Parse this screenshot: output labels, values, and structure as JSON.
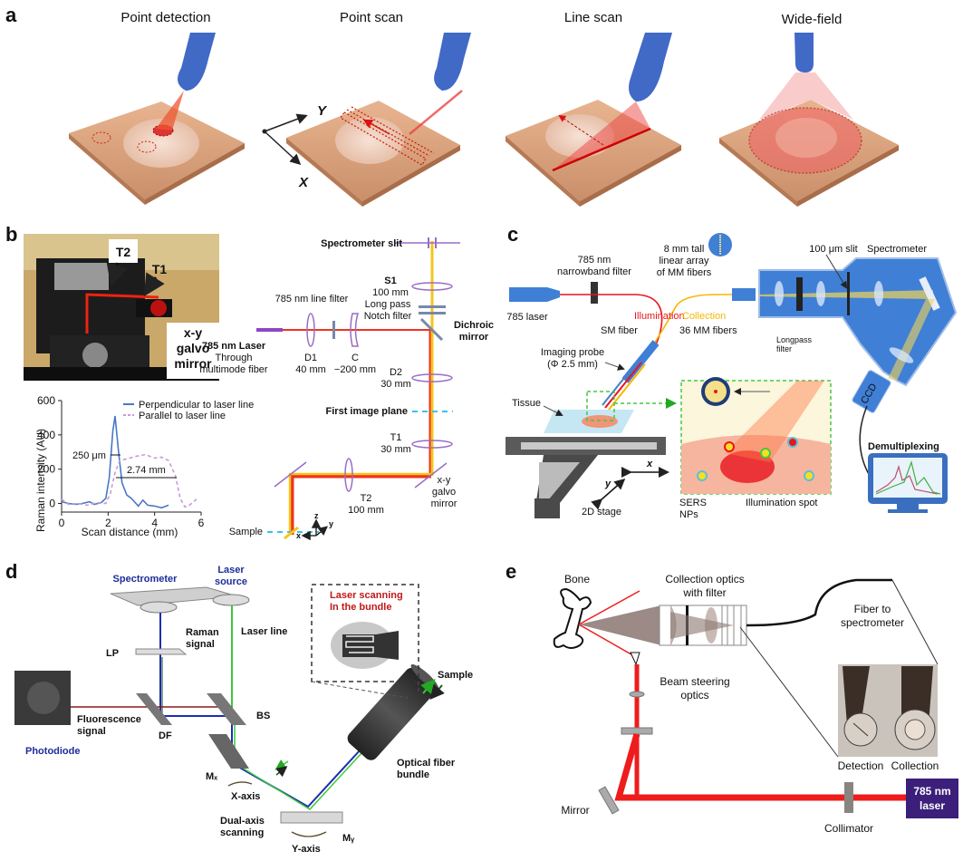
{
  "panels": {
    "a": {
      "letter": "a",
      "titles": [
        "Point detection",
        "Point scan",
        "Line scan",
        "Wide-field"
      ],
      "axis_x": "X",
      "axis_y": "Y"
    },
    "b": {
      "letter": "b",
      "photo_labels": {
        "t2": "T2",
        "t1": "T1",
        "galvo_1": "x-y",
        "galvo_2": "galvo",
        "galvo_3": "mirror"
      },
      "optics": {
        "spectrometer_slit": "Spectrometer slit",
        "s1": "S1",
        "s1_f": "100 mm",
        "longpass": "Long pass",
        "notch": "Notch filter",
        "line_filter": "785 nm line filter",
        "dichroic_1": "Dichroic",
        "dichroic_2": "mirror",
        "laser_1": "785 nm Laser",
        "laser_2": "Through",
        "laser_3": "multimode fiber",
        "d1": "D1",
        "d1_f": "40 mm",
        "c": "C",
        "c_f": "−200 mm",
        "d2": "D2",
        "d2_f": "30 mm",
        "first_image_plane": "First image plane",
        "t1": "T1",
        "t1_f": "30 mm",
        "t2": "T2",
        "t2_f": "100 mm",
        "galvo_1": "x-y",
        "galvo_2": "galvo",
        "galvo_3": "mirror",
        "sample": "Sample",
        "ax_z": "z",
        "ax_y": "y",
        "ax_x": "x"
      }
    },
    "c": {
      "letter": "c",
      "labels": {
        "filter_1": "785 nm",
        "filter_2": "narrowband filter",
        "array_1": "8 mm tall",
        "array_2": "linear array",
        "array_3": "of MM fibers",
        "slit": "100 μm slit",
        "spectrometer": "Spectrometer",
        "laser": "785 laser",
        "illumination": "Illumination",
        "collection": "Collection",
        "sm_fiber": "SM fiber",
        "mm_fibers": "36 MM fibers",
        "longpass_1": "Longpass",
        "longpass_2": "filter",
        "probe_1": "Imaging probe",
        "probe_2": "(Φ 2.5 mm)",
        "tissue": "Tissue",
        "ccd": "CCD",
        "demux": "Demultiplexing",
        "x": "x",
        "y": "y",
        "stage": "2D stage",
        "sers_1": "SERS",
        "sers_2": "NPs",
        "spot": "Illumination spot"
      },
      "colors": {
        "illumination": "#e8141e",
        "collection": "#f5b800",
        "device": "#3f7fd6"
      }
    },
    "d": {
      "letter": "d",
      "labels": {
        "spectrometer": "Spectrometer",
        "laser_1": "Laser",
        "laser_2": "source",
        "raman_1": "Raman",
        "raman_2": "signal",
        "laser_line": "Laser line",
        "lp": "LP",
        "inset_1": "Laser scanning",
        "inset_2": "In the bundle",
        "sample": "Sample",
        "fluor_1": "Fluorescence",
        "fluor_2": "signal",
        "df": "DF",
        "bs": "BS",
        "photodiode": "Photodiode",
        "mx": "Mₓ",
        "x_axis": "X-axis",
        "dual_1": "Dual-axis",
        "dual_2": "scanning",
        "y_axis": "Y-axis",
        "my": "Mᵧ",
        "bundle_1": "Optical fiber",
        "bundle_2": "bundle"
      }
    },
    "e": {
      "letter": "e",
      "labels": {
        "bone": "Bone",
        "collection_1": "Collection optics",
        "collection_2": "with filter",
        "fiber_1": "Fiber to",
        "fiber_2": "spectrometer",
        "beam_1": "Beam steering",
        "beam_2": "optics",
        "detection": "Detection",
        "collection": "Collection",
        "mirror": "Mirror",
        "collimator": "Collimator",
        "laser_1": "785 nm",
        "laser_2": "laser"
      },
      "colors": {
        "laser_box": "#3b1f7a",
        "beam": "#ee1c1c"
      }
    }
  },
  "chart_data": {
    "type": "line",
    "title": "",
    "xlabel": "Scan distance (mm)",
    "ylabel": "Raman intensity (AU)",
    "xlim": [
      0,
      6
    ],
    "ylim": [
      -50,
      600
    ],
    "xticks": [
      "0",
      "2",
      "4",
      "6"
    ],
    "yticks": [
      "0",
      "200",
      "400",
      "600"
    ],
    "legend_position": "top-right",
    "series": [
      {
        "name": "Perpendicular to laser line",
        "style": "solid",
        "color": "#4a78c4",
        "x": [
          0,
          0.3,
          0.6,
          0.9,
          1.2,
          1.4,
          1.7,
          1.9,
          2.05,
          2.2,
          2.3,
          2.45,
          2.6,
          2.8,
          3.0,
          3.3,
          3.5,
          3.7,
          4.0,
          4.3,
          4.6
        ],
        "y": [
          10,
          0,
          -5,
          0,
          10,
          -5,
          5,
          30,
          150,
          420,
          510,
          300,
          120,
          50,
          30,
          -15,
          20,
          -10,
          -15,
          -25,
          -10
        ]
      },
      {
        "name": "Parallel to laser line",
        "style": "dashed",
        "color": "#c89ad8",
        "x": [
          0,
          0.3,
          0.7,
          1.1,
          1.5,
          1.9,
          2.1,
          2.3,
          2.5,
          2.8,
          3.2,
          3.6,
          4.0,
          4.3,
          4.6,
          4.9,
          5.1,
          5.3,
          5.5,
          5.8
        ],
        "y": [
          25,
          -5,
          0,
          -10,
          5,
          0,
          60,
          180,
          250,
          260,
          275,
          285,
          265,
          270,
          250,
          160,
          30,
          -20,
          -10,
          25
        ]
      }
    ],
    "annotations": [
      "250 μm",
      "2.74 mm"
    ]
  }
}
